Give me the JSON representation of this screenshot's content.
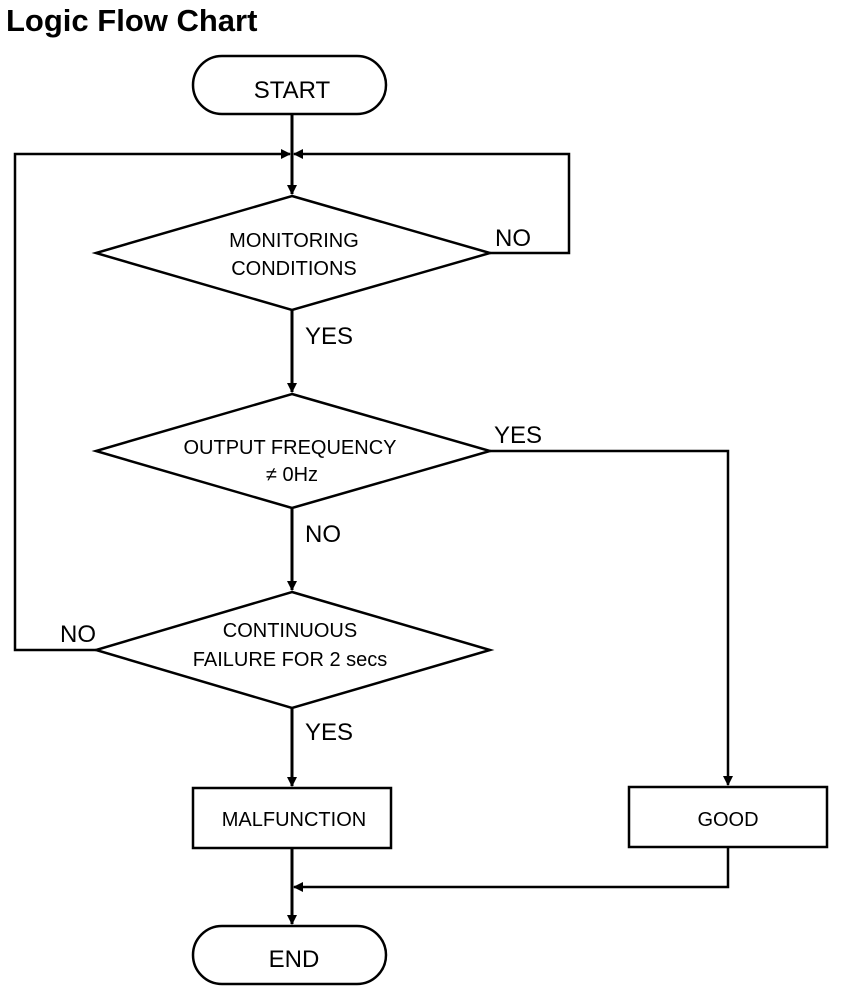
{
  "page": {
    "title": "Logic Flow Chart"
  },
  "nodes": {
    "start": "START",
    "monitoring": [
      "MONITORING",
      "CONDITIONS"
    ],
    "output_frequency": [
      "OUTPUT FREQUENCY",
      "≠ 0Hz"
    ],
    "continuous_failure": [
      "CONTINUOUS",
      "FAILURE FOR 2 secs"
    ],
    "malfunction": "MALFUNCTION",
    "good": "GOOD",
    "end": "END"
  },
  "labels": {
    "monitoring_no": "NO",
    "monitoring_yes": "YES",
    "output_yes": "YES",
    "output_no": "NO",
    "failure_no": "NO",
    "failure_yes": "YES"
  }
}
